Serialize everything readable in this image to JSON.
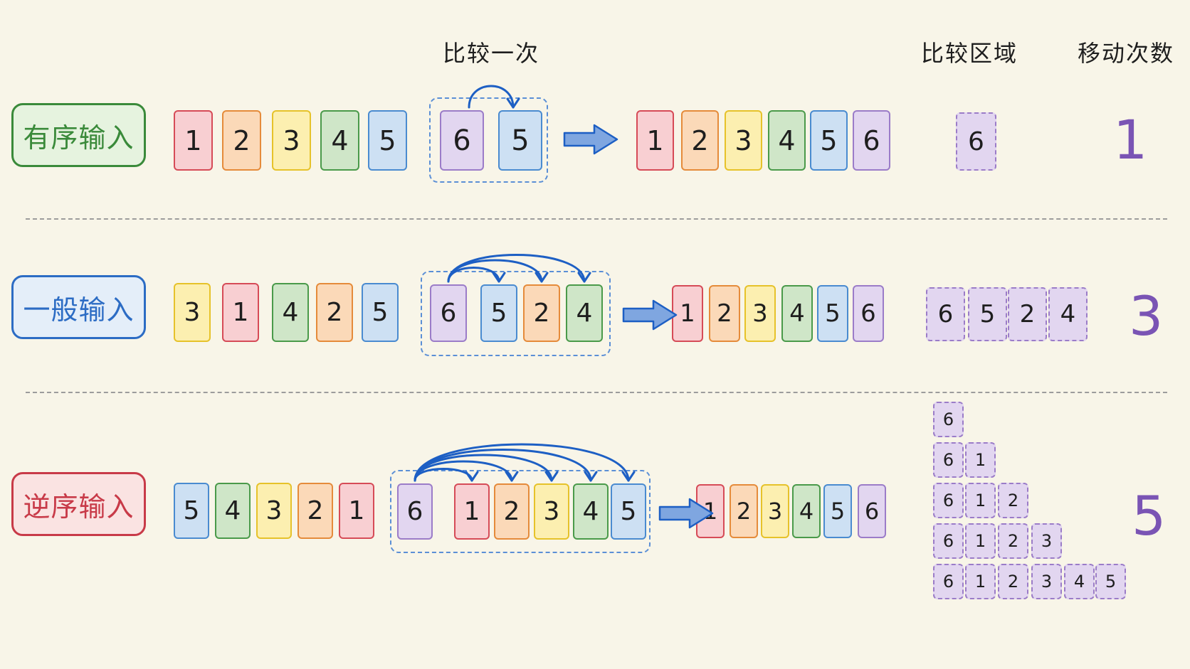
{
  "headers": {
    "compare_once": "比较一次",
    "compare_region": "比较区域",
    "move_count": "移动次数"
  },
  "colors": {
    "1": {
      "fill": "#f8cfd2",
      "border": "#d64b57"
    },
    "2": {
      "fill": "#fbd9b8",
      "border": "#e58b3a"
    },
    "3": {
      "fill": "#fcefb0",
      "border": "#e6c22a"
    },
    "4": {
      "fill": "#cfe6c8",
      "border": "#4a9a4a"
    },
    "5": {
      "fill": "#cde0f3",
      "border": "#4a8bd0"
    },
    "6": {
      "fill": "#e2d6f0",
      "border": "#9b7cc8"
    },
    "arrow": "#1d5fc4",
    "move_count": "#7a54b4"
  },
  "rows": [
    {
      "label": "有序输入",
      "label_color": "#3a8a3a",
      "label_fill": "#e6f3df",
      "input": [
        "1",
        "2",
        "3",
        "4",
        "5"
      ],
      "compare": [
        "6",
        "5"
      ],
      "result": [
        "1",
        "2",
        "3",
        "4",
        "5",
        "6"
      ],
      "region": [
        [
          "6"
        ]
      ],
      "moves": "1"
    },
    {
      "label": "一般输入",
      "label_color": "#2c6cc4",
      "label_fill": "#e4eef9",
      "input": [
        "3",
        "1",
        "4",
        "2",
        "5"
      ],
      "compare": [
        "6",
        "5",
        "2",
        "4"
      ],
      "result": [
        "1",
        "2",
        "3",
        "4",
        "5",
        "6"
      ],
      "region": [
        [
          "6",
          "5",
          "2",
          "4"
        ]
      ],
      "moves": "3"
    },
    {
      "label": "逆序输入",
      "label_color": "#c83a48",
      "label_fill": "#fae3e2",
      "input": [
        "5",
        "4",
        "3",
        "2",
        "1"
      ],
      "compare": [
        "6",
        "1",
        "2",
        "3",
        "4",
        "5"
      ],
      "result": [
        "1",
        "2",
        "3",
        "4",
        "5",
        "6"
      ],
      "region": [
        [
          "6"
        ],
        [
          "6",
          "1"
        ],
        [
          "6",
          "1",
          "2"
        ],
        [
          "6",
          "1",
          "2",
          "3"
        ],
        [
          "6",
          "1",
          "2",
          "3",
          "4",
          "5"
        ]
      ],
      "moves": "5"
    }
  ]
}
